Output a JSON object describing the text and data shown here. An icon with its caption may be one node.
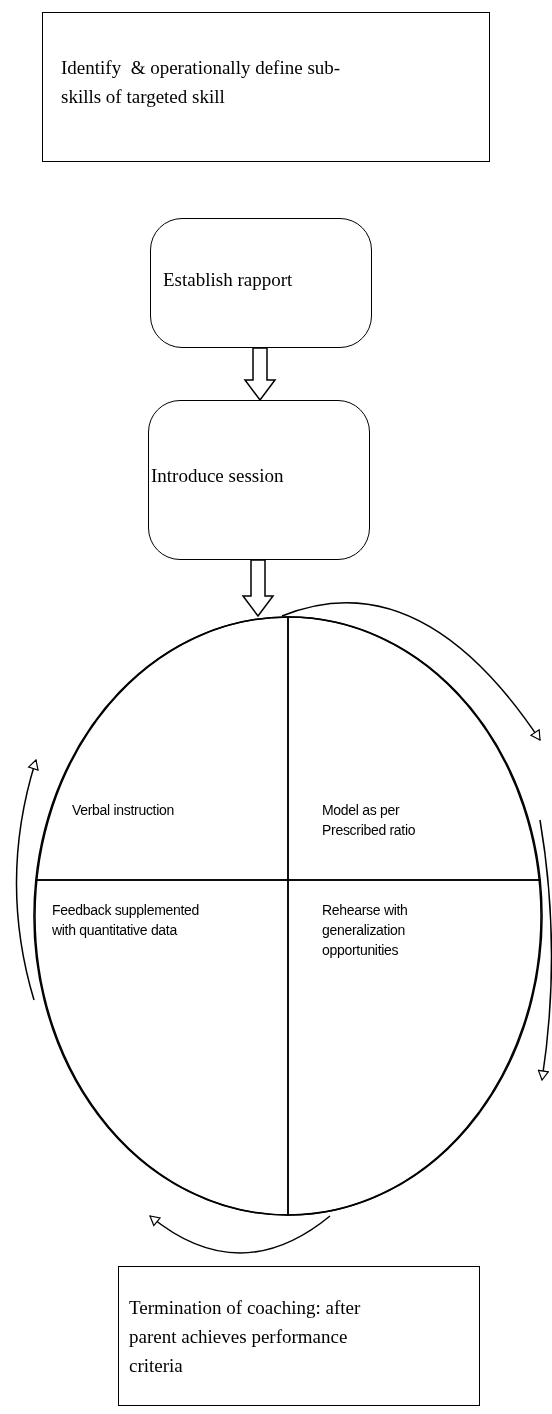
{
  "diagram": {
    "nodes": [
      {
        "text": [
          "Identify  & operationally define sub-skills of targeted skill"
        ]
      },
      {
        "text": [
          "Establish rapport"
        ]
      },
      {
        "text": [
          "Introduce session"
        ]
      },
      {
        "text": [],
        "shape": "circle"
      },
      {
        "text": [
          "Verbal instruction"
        ],
        "in": 3
      },
      {
        "text": [
          "Model as per Prescribed ratio"
        ],
        "in": 3
      },
      {
        "text": [
          "Feedback supplemented with quantitative data"
        ],
        "in": 3
      },
      {
        "text": [
          "Rehearse with generalization opportunities"
        ],
        "in": 3
      },
      {
        "text": [
          "Termination of coaching: after parent achieves performance criteria"
        ]
      }
    ],
    "edges": [
      {
        "from": 1,
        "to": 2,
        "arrow": "to"
      },
      {
        "from": 2,
        "to": 3,
        "arrow": "to"
      },
      {
        "from": 4,
        "to": 5,
        "arrow": "to"
      },
      {
        "from": 5,
        "to": 7,
        "arrow": "to"
      },
      {
        "from": 7,
        "to": 6,
        "arrow": "to"
      },
      {
        "from": 6,
        "to": 4,
        "arrow": "to"
      }
    ]
  }
}
